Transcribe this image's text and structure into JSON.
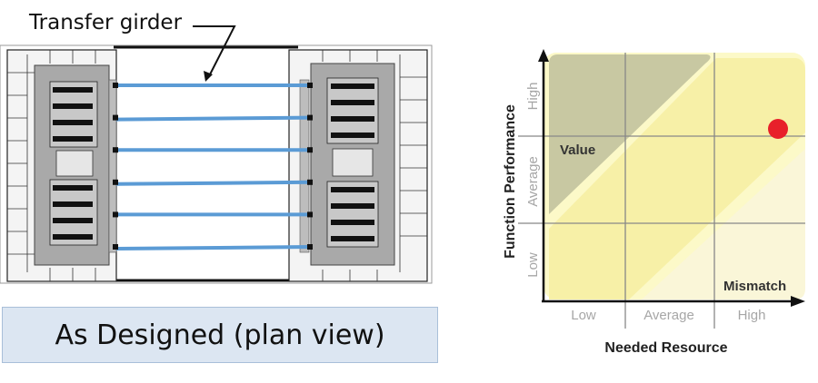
{
  "plan": {
    "girder_label": "Transfer girder",
    "caption": "As Designed (plan view)",
    "girder_count": 6,
    "colors": {
      "girder": "#5b9bd5",
      "core": "#a9a9a9",
      "wall": "#111111"
    }
  },
  "matrix": {
    "y_axis_title": "Function Performance",
    "x_axis_title": "Needed Resource",
    "y_levels": [
      "Low",
      "Average",
      "High"
    ],
    "x_levels": [
      "Low",
      "Average",
      "High"
    ],
    "region_labels": {
      "value": "Value",
      "mismatch": "Mismatch"
    },
    "marker": {
      "x_level": "High",
      "y_level": "High"
    },
    "colors": {
      "value_region": "#c8c8a2",
      "fair_region": "#f7f0a7",
      "mismatch_region": "#faf6d8",
      "background": "#fcf9c8",
      "marker": "#e8202a",
      "grid": "#888888"
    }
  }
}
